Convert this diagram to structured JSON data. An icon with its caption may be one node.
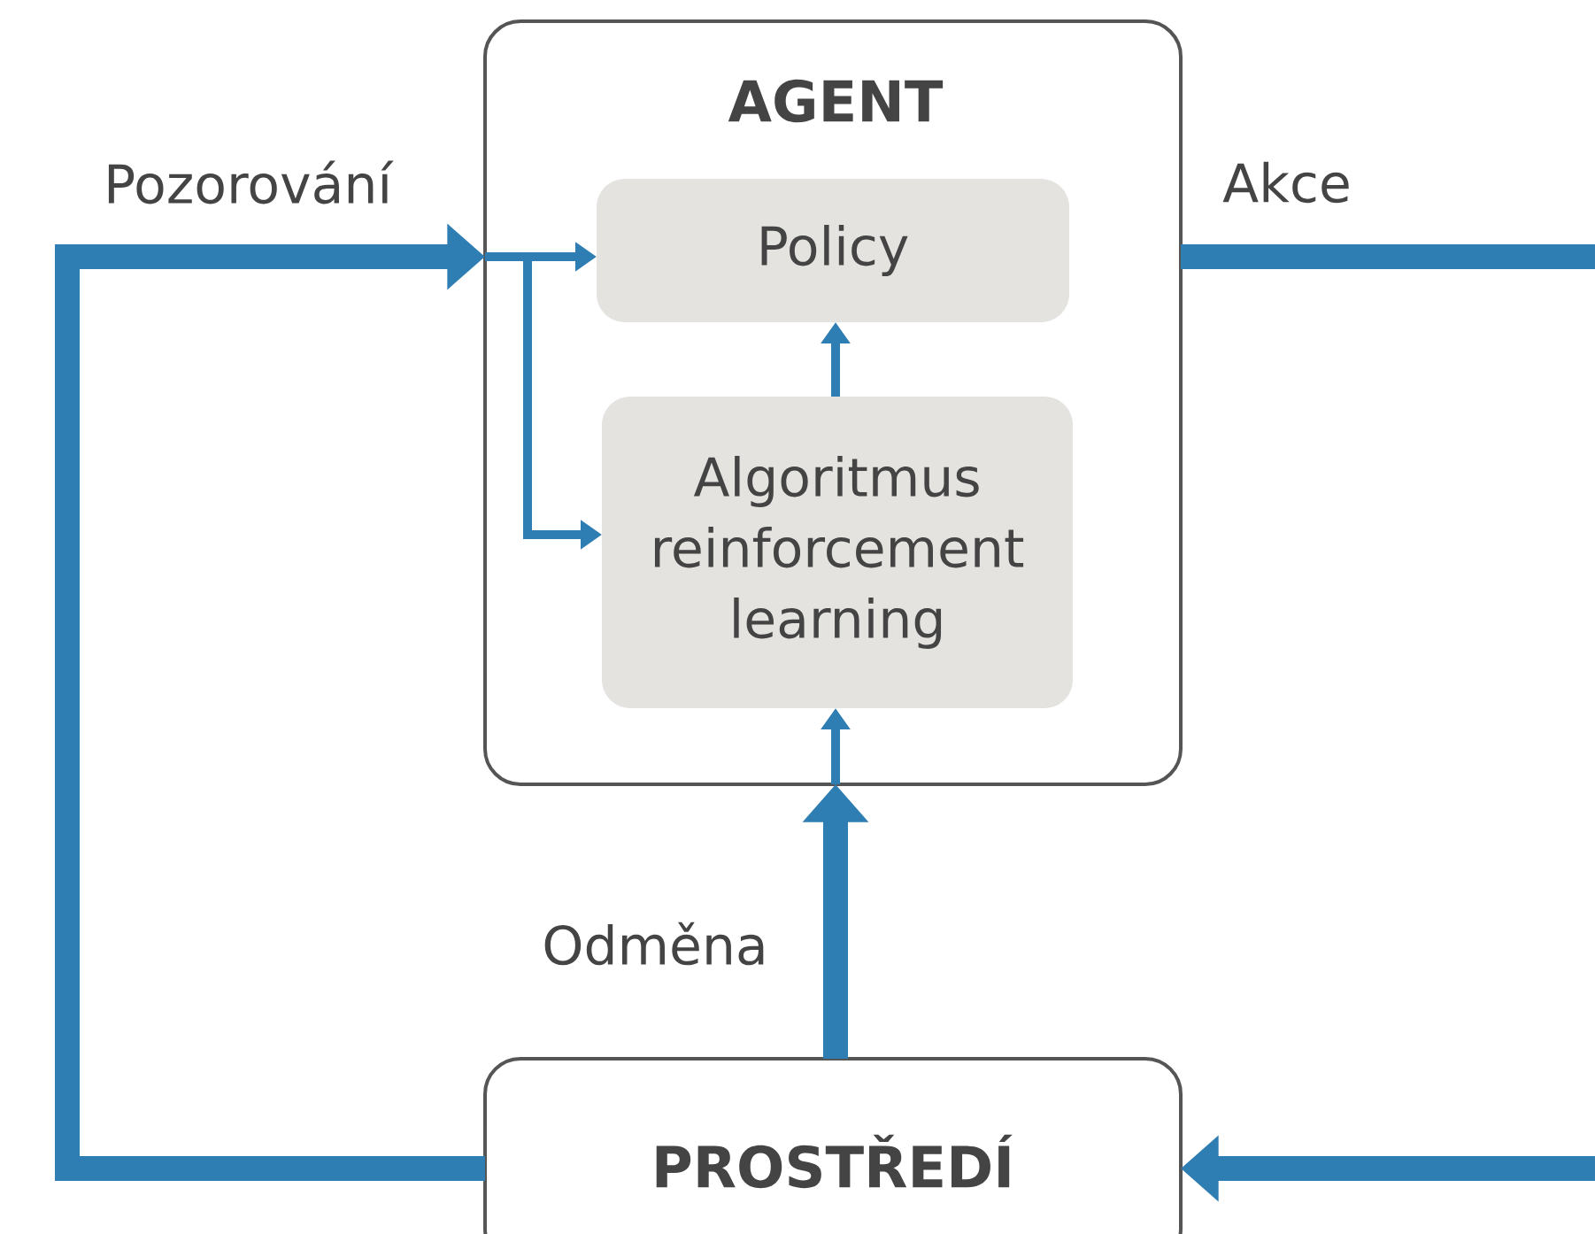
{
  "diagram": {
    "nodes": [
      {
        "text": [
          "AGENT"
        ]
      },
      {
        "text": [
          "Policy"
        ],
        "in": 0
      },
      {
        "text": [
          "Algoritmus reinforcement learning"
        ],
        "in": 0
      },
      {
        "text": [
          "PROSTŘEDÍ"
        ]
      }
    ],
    "edges": [
      {
        "from": 3,
        "to": 0,
        "arrow": "to",
        "style": "thick",
        "label": "Pozorování"
      },
      {
        "from": 0,
        "to": 1,
        "arrow": "to"
      },
      {
        "from": 0,
        "to": 2,
        "arrow": "to"
      },
      {
        "from": 2,
        "to": 1,
        "arrow": "to"
      },
      {
        "from": 0,
        "to": 3,
        "arrow": "to",
        "style": "thick",
        "label": "Akce"
      },
      {
        "from": 3,
        "to": 0,
        "arrow": "to",
        "style": "thick",
        "label": "Odměna"
      },
      {
        "from": 0,
        "to": 2,
        "arrow": "to"
      }
    ]
  }
}
